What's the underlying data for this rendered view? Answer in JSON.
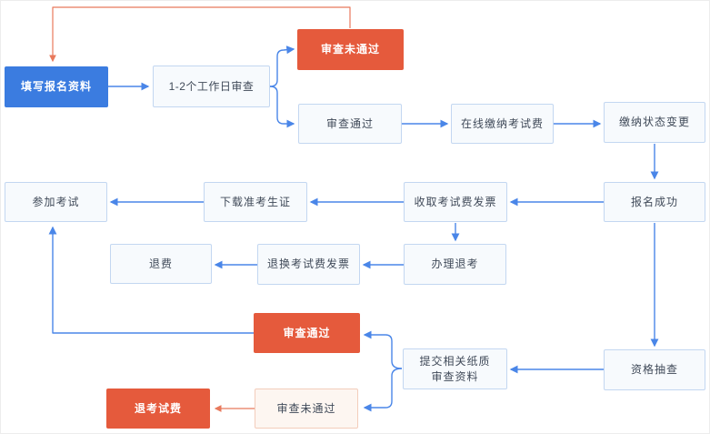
{
  "colors": {
    "primary_blue": "#3b7ce0",
    "accent_orange": "#e55a3c",
    "light_box_bg": "#f7fafd",
    "light_box_border": "#c3d7f1",
    "light_orange_bg": "#fdf6f1",
    "light_orange_border": "#f3cdbb",
    "arrow_blue": "#4a86e8",
    "arrow_red": "#e8795c",
    "text_dark": "#404a59"
  },
  "nodes": {
    "fill_form": "填写报名资料",
    "review_duration": "1-2个工作日审查",
    "review_failed_top": "审查未通过",
    "review_passed": "审查通过",
    "pay_online": "在线缴纳考试费",
    "payment_status_change": "缴纳状态变更",
    "registration_success": "报名成功",
    "receive_invoice": "收取考试费发票",
    "download_ticket": "下载准考生证",
    "take_exam": "参加考试",
    "withdraw_exam": "办理退考",
    "return_invoice": "退换考试费发票",
    "refund": "退费",
    "qualification_spot_check": "资格抽查",
    "submit_paper": {
      "line1": "提交相关纸质",
      "line2": "审查资料"
    },
    "review_passed_bottom": "审查通过",
    "review_failed_bottom": "审查未通过",
    "refund_exam_fee": "退考试费"
  },
  "edges": [
    {
      "from": "填写报名资料",
      "to": "1-2个工作日审查",
      "color": "blue"
    },
    {
      "from": "1-2个工作日审查",
      "to": "审查未通过",
      "color": "blue"
    },
    {
      "from": "1-2个工作日审查",
      "to": "审查通过",
      "color": "blue"
    },
    {
      "from": "审查未通过",
      "to": "填写报名资料",
      "color": "red"
    },
    {
      "from": "审查通过",
      "to": "在线缴纳考试费",
      "color": "blue"
    },
    {
      "from": "在线缴纳考试费",
      "to": "缴纳状态变更",
      "color": "blue"
    },
    {
      "from": "缴纳状态变更",
      "to": "报名成功",
      "color": "blue"
    },
    {
      "from": "报名成功",
      "to": "收取考试费发票",
      "color": "blue"
    },
    {
      "from": "收取考试费发票",
      "to": "下载准考生证",
      "color": "blue"
    },
    {
      "from": "下载准考生证",
      "to": "参加考试",
      "color": "blue"
    },
    {
      "from": "收取考试费发票",
      "to": "办理退考",
      "color": "blue"
    },
    {
      "from": "办理退考",
      "to": "退换考试费发票",
      "color": "blue"
    },
    {
      "from": "退换考试费发票",
      "to": "退费",
      "color": "blue"
    },
    {
      "from": "报名成功",
      "to": "资格抽查",
      "color": "blue"
    },
    {
      "from": "资格抽查",
      "to": "提交相关纸质审查资料",
      "color": "blue"
    },
    {
      "from": "提交相关纸质审查资料",
      "to": "审查通过(底部)",
      "color": "blue"
    },
    {
      "from": "提交相关纸质审查资料",
      "to": "审查未通过(底部)",
      "color": "blue"
    },
    {
      "from": "审查通过(底部)",
      "to": "参加考试",
      "color": "blue"
    },
    {
      "from": "审查未通过(底部)",
      "to": "退考试费",
      "color": "red"
    }
  ]
}
